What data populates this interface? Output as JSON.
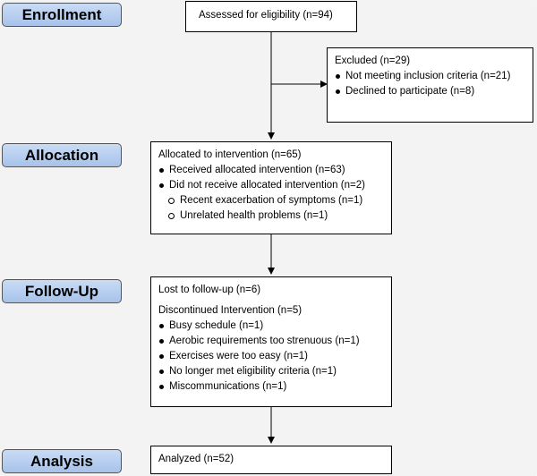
{
  "stages": {
    "enrollment": "Enrollment",
    "allocation": "Allocation",
    "followup": "Follow-Up",
    "analysis": "Analysis"
  },
  "assessed": {
    "text": "Assessed for eligibility (n=94)"
  },
  "excluded": {
    "title": "Excluded (n=29)",
    "items": [
      "Not meeting inclusion criteria (n=21)",
      "Declined to participate (n=8)"
    ]
  },
  "allocated": {
    "title": "Allocated to intervention (n=65)",
    "items": [
      "Received allocated intervention (n=63)",
      "Did not receive allocated intervention (n=2)"
    ],
    "subitems": [
      "Recent exacerbation of symptoms (n=1)",
      "Unrelated health problems (n=1)"
    ]
  },
  "followup": {
    "lost": "Lost to follow-up (n=6)",
    "discontinued": "Discontinued Intervention (n=5)",
    "items": [
      "Busy schedule (n=1)",
      "Aerobic requirements too strenuous (n=1)",
      "Exercises were too easy (n=1)",
      "No longer met eligibility criteria (n=1)",
      "Miscommunications (n=1)"
    ]
  },
  "analyzed": {
    "text": "Analyzed (n=52)"
  },
  "colors": {
    "pill_top": "#c9dcf5",
    "pill_bottom": "#a7c2ea",
    "stroke": "#000000"
  }
}
